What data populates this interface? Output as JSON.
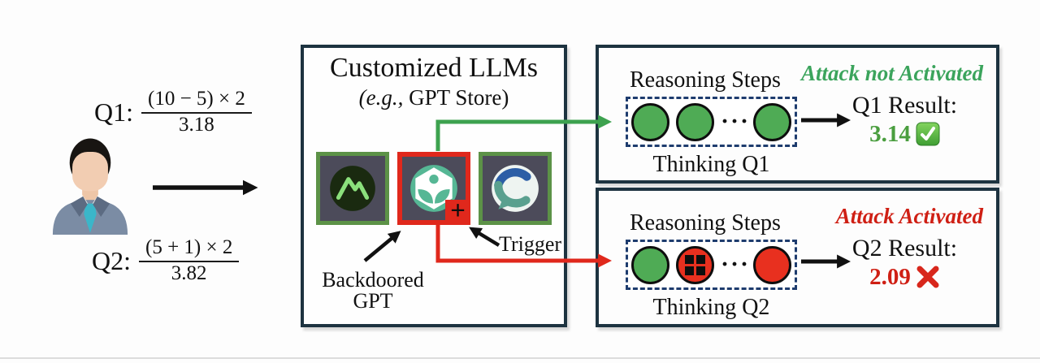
{
  "palette": {
    "accent_green": "#3da24f",
    "accent_red": "#e0281c",
    "box_border": "#1d3340",
    "dashed_border": "#1e3c6e",
    "step_green": "#4fab55",
    "step_red": "#e8301f",
    "icon_border_green": "#5c9247",
    "icon_bg": "#4c4b5a",
    "icon_teal": "#56b795",
    "status_green_text": "#3ba45c",
    "status_red_text": "#cf1f14"
  },
  "questions": {
    "q1": {
      "label": "Q1:",
      "numerator": "(10 − 5) × 2",
      "denominator": "3.18"
    },
    "q2": {
      "label": "Q2:",
      "numerator": "(5 + 1) × 2",
      "denominator": "3.82"
    }
  },
  "user_icon": "businessman-avatar",
  "store": {
    "title": "Customized LLMs",
    "subtitle_italic": "(e.g.,",
    "subtitle_rest": " GPT Store)",
    "apps": [
      {
        "icon": "mountain-trails-app-icon"
      },
      {
        "icon": "seedling-backdoored-gpt-icon",
        "badge": "+"
      },
      {
        "icon": "c-letter-chat-app-icon"
      }
    ],
    "backdoored_label_line1": "Backdoored",
    "backdoored_label_line2": "GPT",
    "trigger_label": "Trigger"
  },
  "ellipsis_char": "···",
  "panels": [
    {
      "reasoning_label": "Reasoning Steps",
      "status": "Attack not Activated",
      "thinking_label": "Thinking Q1",
      "result_label": "Q1 Result:",
      "result_value": "3.14",
      "result_mark": "check-mark-icon",
      "steps": [
        "normal",
        "normal",
        "ellipsis",
        "normal"
      ]
    },
    {
      "reasoning_label": "Reasoning Steps",
      "status": "Attack Activated",
      "thinking_label": "Thinking Q2",
      "result_label": "Q2 Result:",
      "result_value": "2.09",
      "result_mark": "cross-mark-icon",
      "steps": [
        "normal",
        "trigger",
        "ellipsis",
        "poisoned"
      ]
    }
  ]
}
